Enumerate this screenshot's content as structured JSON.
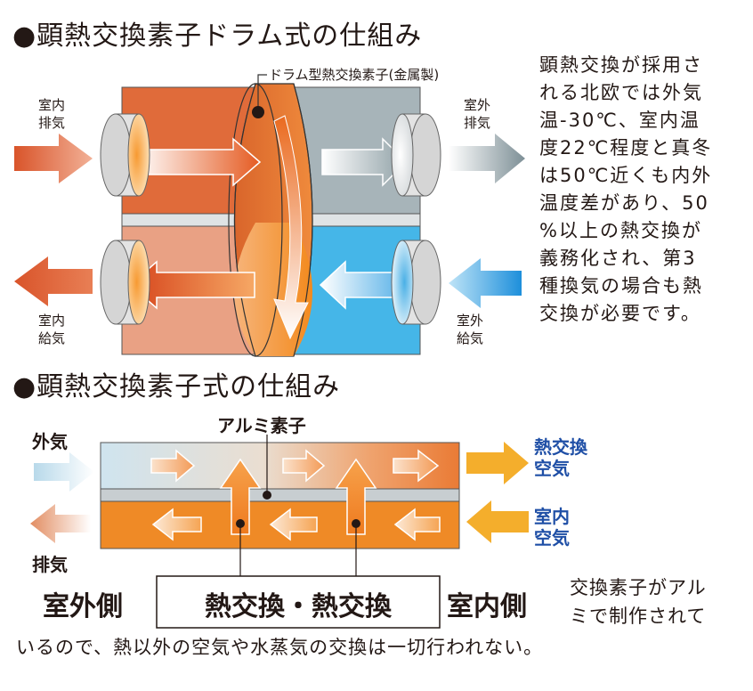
{
  "drum_section": {
    "heading": "●顕熱交換素子ドラム式の仕組み",
    "element_label": "ドラム型熱交換素子(金属製)",
    "indoor_exhaust": [
      "室内",
      "排気"
    ],
    "outdoor_exhaust": [
      "室外",
      "排気"
    ],
    "indoor_supply": [
      "室内",
      "給気"
    ],
    "outdoor_intake": [
      "室外",
      "給気"
    ],
    "description_lines": [
      "顕熱交換が採用さ",
      "れる北欧では外気",
      "温-30℃、室内温",
      "度22℃程度と真冬",
      "は50℃近くも内外",
      "温度差があり、50",
      "%以上の熱交換が",
      "義務化され、第3",
      "種換気の場合も熱",
      "交換が必要です。"
    ]
  },
  "element_section": {
    "heading": "●顕熱交換素子式の仕組み",
    "aluminum_label": "アルミ素子",
    "outside_air": "外気",
    "exhaust": "排気",
    "heat_exchanged_air": [
      "熱交換",
      "空気"
    ],
    "indoor_air": [
      "室内",
      "空気"
    ],
    "outdoor_side": "室外側",
    "indoor_side": "室内側",
    "center_box": "熱交換・熱交換",
    "note_right_lines": [
      "交換素子がアル",
      "ミで制作されて"
    ],
    "note_bottom": "いるので、熱以外の空気や水蒸気の交換は一切行われない。"
  },
  "colors": {
    "warm_orange": "#e8762a",
    "hot_orange": "#f08b1d",
    "salmon": "#e9a184",
    "gray_blue": "#a7b4b9",
    "sky_blue": "#45b6e8",
    "pale_blue": "#cfe4ef",
    "arrow_blue": "#2e9be0",
    "arrow_gold": "#f4ae2c",
    "text_blue": "#1f4fa6"
  }
}
